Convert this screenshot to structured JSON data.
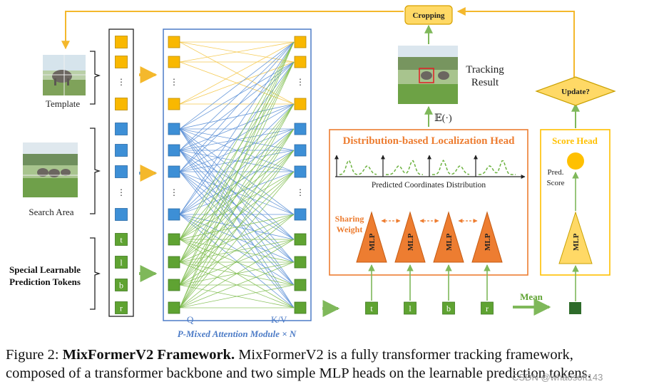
{
  "labels": {
    "template": "Template",
    "search_area": "Search Area",
    "special_tokens_line1": "Special Learnable",
    "special_tokens_line2": "Prediction Tokens",
    "q": "Q",
    "kv": "K/V",
    "module": "P-Mixed Attention Module × N",
    "cropping": "Cropping",
    "tracking_result_line1": "Tracking",
    "tracking_result_line2": "Result",
    "expectation": "𝔼(·)",
    "dist_head_title": "Distribution-based Localization Head",
    "predicted_coords": "Predicted Coordinates Distribution",
    "sharing_line1": "Sharing",
    "sharing_line2": "Weight",
    "mlp": "MLP",
    "score_head": "Score Head",
    "update": "Update?",
    "pred_score_line1": "Pred.",
    "pred_score_line2": "Score",
    "mean": "Mean",
    "vdots": "⋮"
  },
  "tokens": [
    "t",
    "l",
    "b",
    "r"
  ],
  "caption": {
    "prefix": "Figure 2:",
    "bold": "MixFormerV2 Framework.",
    "rest_line1": "MixFormerV2 is a fully transformer tracking framework,",
    "line2": "composed of a transformer backbone and two simple MLP heads on the learnable prediction tokens."
  },
  "watermark": "CSDN @whaosoft143",
  "colors": {
    "template_token": "#f9b800",
    "search_token": "#3d8fd6",
    "pred_token": "#5fa332",
    "mlp": "#ed7d31",
    "attention_box": "#4d7cc7",
    "score_head": "#ffc000",
    "flow_arrow": "#8cc168",
    "dist_head": "#ed7d31"
  }
}
